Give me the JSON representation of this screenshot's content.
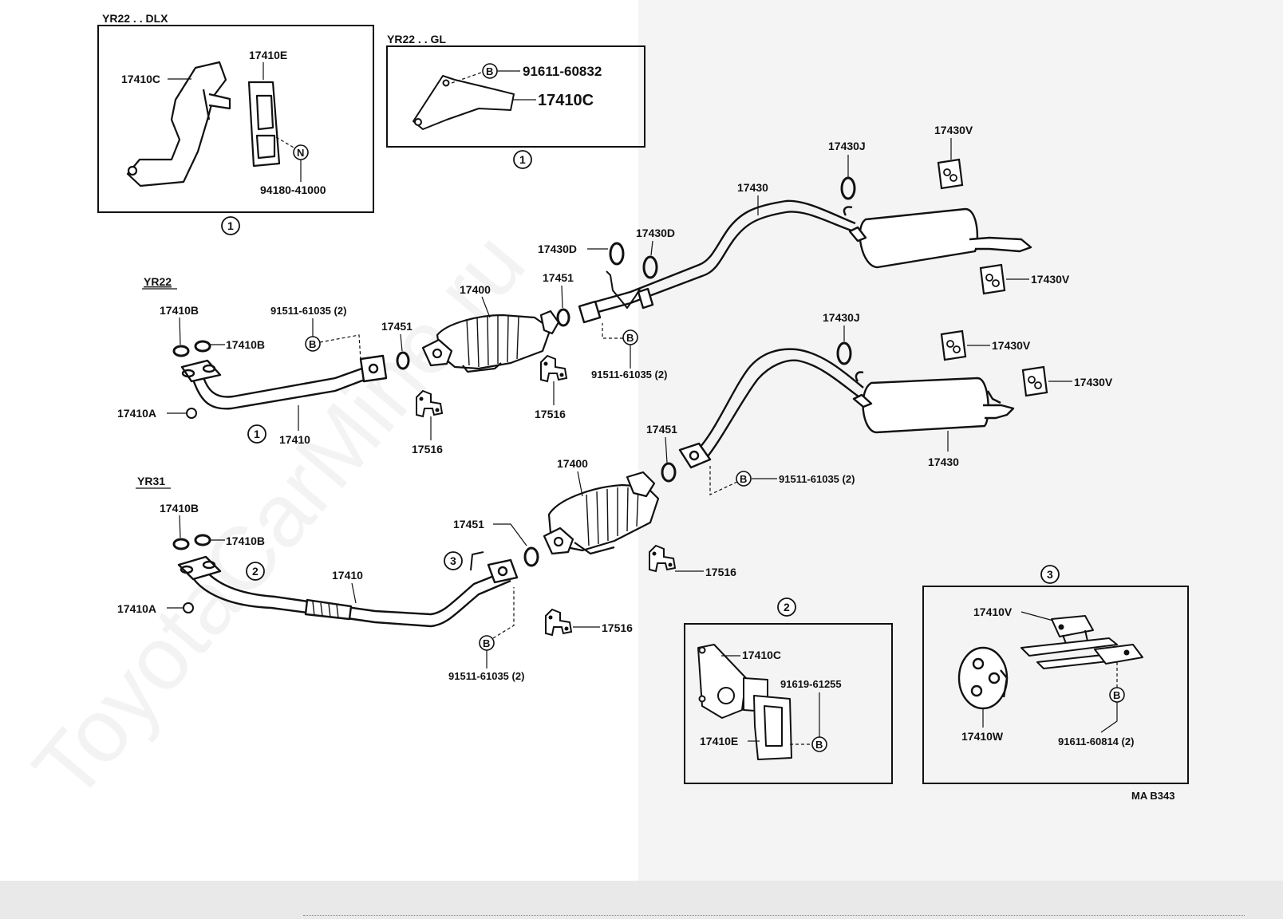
{
  "watermark": "ToyotaCarMine.ru",
  "insets": {
    "dlx": {
      "title": "YR22 . . DLX",
      "marker": "1"
    },
    "gl": {
      "title": "YR22 . . GL",
      "marker": "1"
    },
    "two": {
      "marker": "2"
    },
    "three": {
      "marker": "3"
    }
  },
  "sections": {
    "yr22": "YR22",
    "yr31": "YR31"
  },
  "parts": {
    "p17410C": "17410C",
    "p17410E": "17410E",
    "p94180_41000": "94180-41000",
    "p91611_60832": "91611-60832",
    "p17410B": "17410B",
    "p17410A": "17410A",
    "p17410": "17410",
    "p91511_61035_2": "91511-61035 (2)",
    "p17451": "17451",
    "p17400": "17400",
    "p17516": "17516",
    "p17430D": "17430D",
    "p17430J": "17430J",
    "p17430": "17430",
    "p17430V": "17430V",
    "p91619_61255": "91619-61255",
    "p17410V": "17410V",
    "p17410W": "17410W",
    "p91611_60814_2": "91611-60814 (2)"
  },
  "symbols": {
    "bolt": "B",
    "nut": "N"
  },
  "markers": {
    "one": "1",
    "two": "2",
    "three": "3"
  },
  "code": "MA B343"
}
